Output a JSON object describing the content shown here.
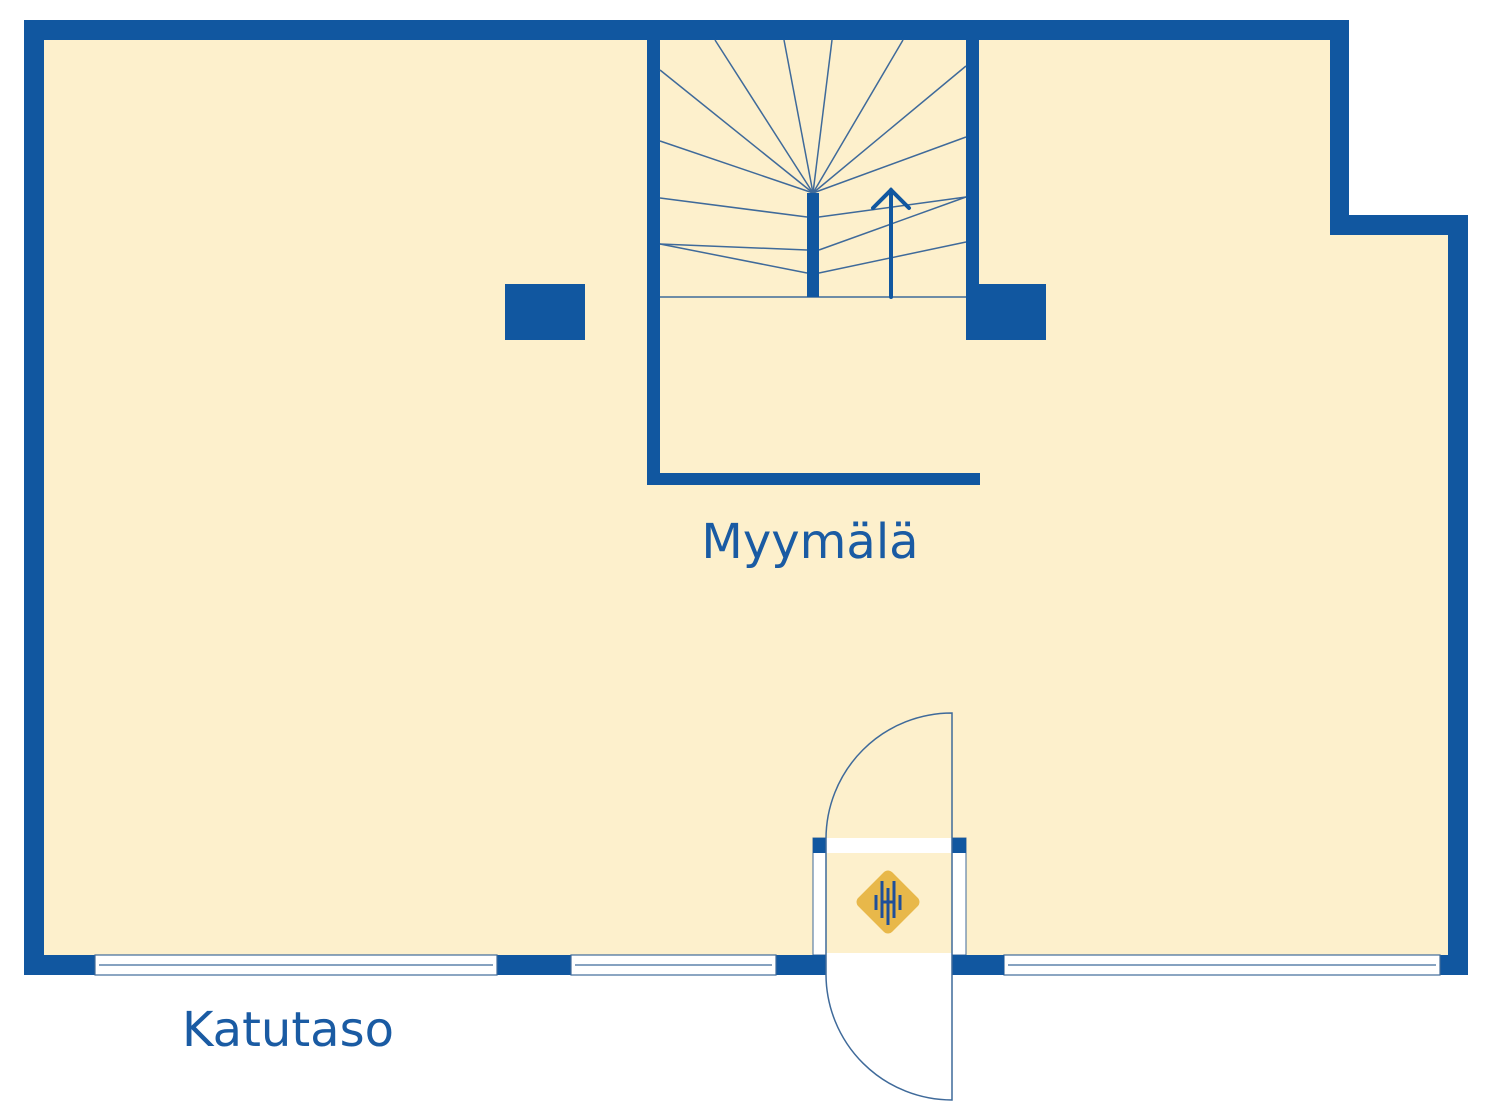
{
  "rooms": {
    "main_label": "Myymälä",
    "floor_label": "Katutaso"
  },
  "logo": {
    "text": "H"
  },
  "colors": {
    "wall": "#1157a0",
    "floor": "#fdf0cc",
    "line": "#3f6a9a",
    "logo": "#e8b84a"
  }
}
